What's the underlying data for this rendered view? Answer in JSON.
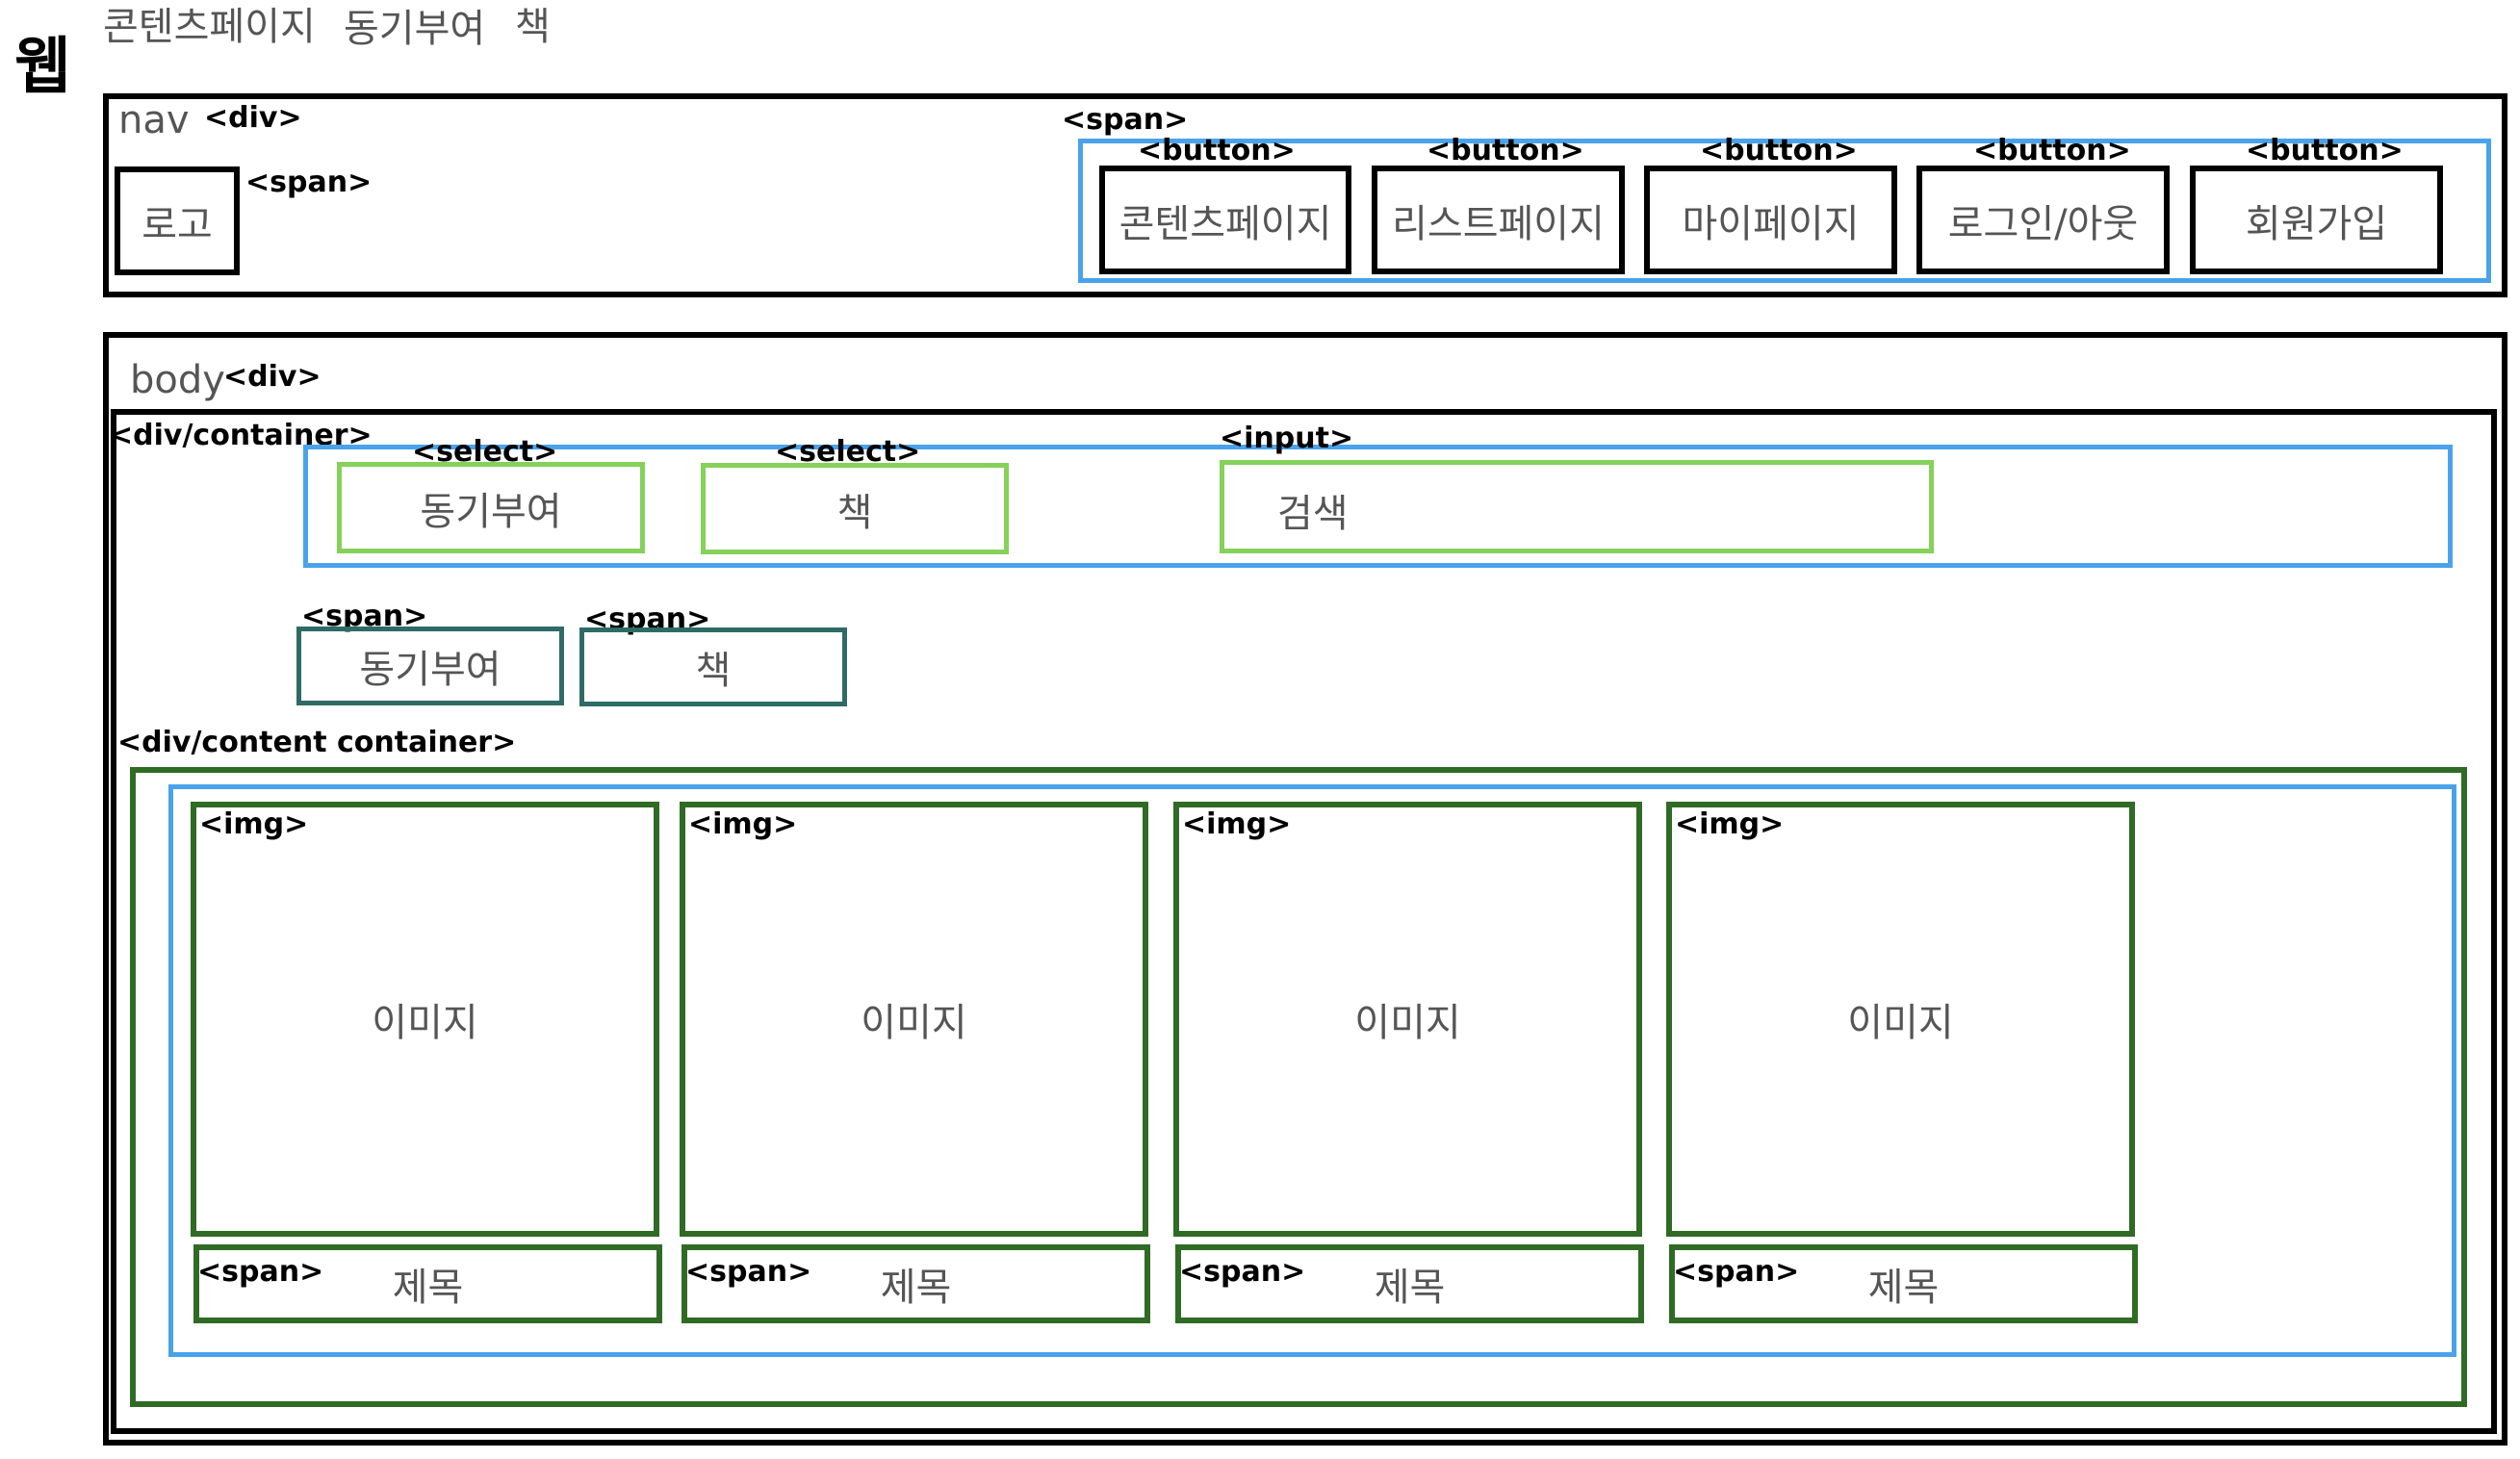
{
  "header": {
    "title": "웹",
    "subtitle_items": [
      "콘텐츠페이지",
      "동기부여",
      "책"
    ]
  },
  "nav": {
    "label": "nav",
    "tag": "<div>",
    "logo_span_tag": "<span>",
    "logo_text": "로고",
    "buttons_span_tag": "<span>",
    "buttons": [
      {
        "tag": "<button>",
        "label": "콘텐츠페이지"
      },
      {
        "tag": "<button>",
        "label": "리스트페이지"
      },
      {
        "tag": "<button>",
        "label": "마이페이지"
      },
      {
        "tag": "<button>",
        "label": "로그인/아웃"
      },
      {
        "tag": "<button>",
        "label": "회원가입"
      }
    ]
  },
  "body_section": {
    "label": "body",
    "tag": "<div>",
    "container_tag": "<div/container>",
    "selects": [
      {
        "tag": "<select>",
        "label": "동기부여"
      },
      {
        "tag": "<select>",
        "label": "책"
      }
    ],
    "input": {
      "tag": "<input>",
      "label": "검색"
    },
    "spans": [
      {
        "tag": "<span>",
        "label": "동기부여"
      },
      {
        "tag": "<span>",
        "label": "책"
      }
    ],
    "content_container_tag": "<div/content container>",
    "cards": [
      {
        "img_tag": "<img>",
        "img_label": "이미지",
        "title_tag": "<span>",
        "title": "제목"
      },
      {
        "img_tag": "<img>",
        "img_label": "이미지",
        "title_tag": "<span>",
        "title": "제목"
      },
      {
        "img_tag": "<img>",
        "img_label": "이미지",
        "title_tag": "<span>",
        "title": "제목"
      },
      {
        "img_tag": "<img>",
        "img_label": "이미지",
        "title_tag": "<span>",
        "title": "제목"
      }
    ]
  },
  "colors": {
    "black": "#000000",
    "blue": "#4AA3EA",
    "light_green": "#85D15A",
    "teal": "#2E6B66",
    "dark_green": "#2F6B25"
  }
}
